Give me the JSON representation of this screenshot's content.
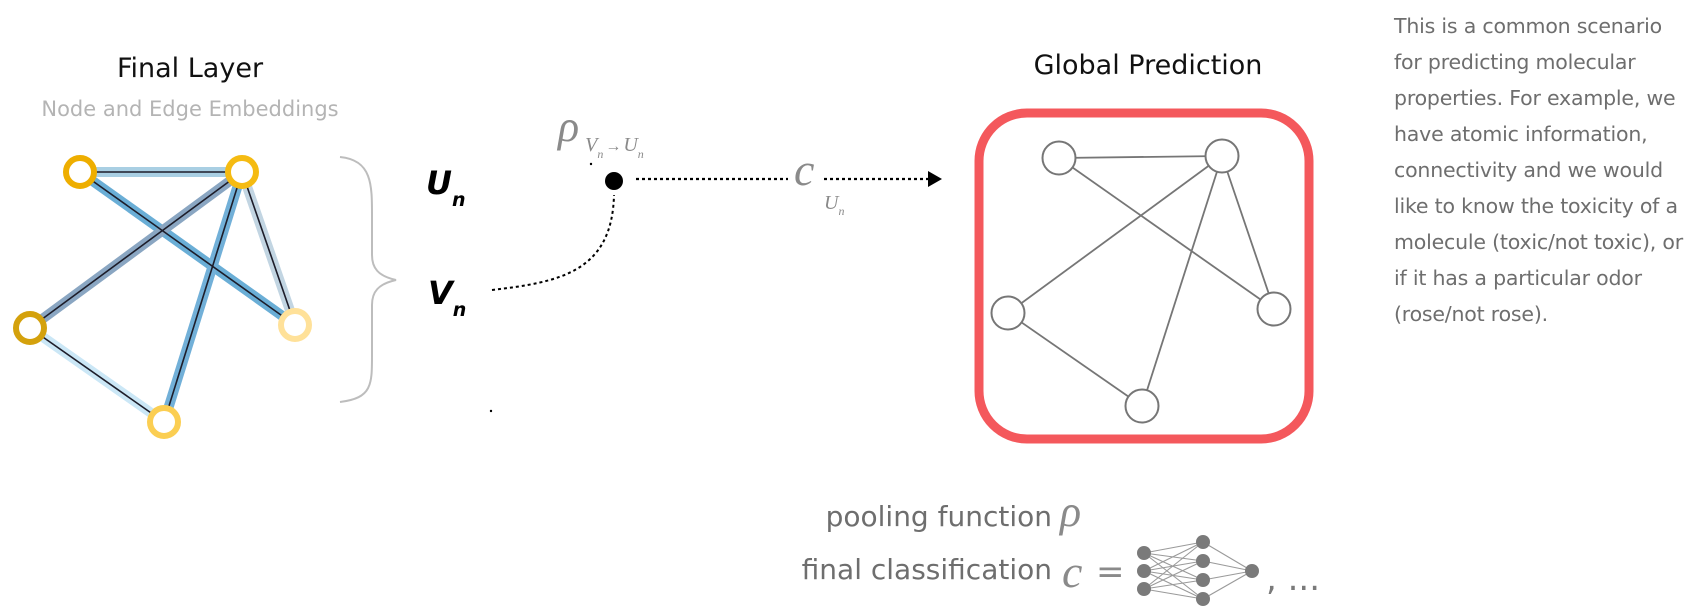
{
  "left_panel": {
    "title": "Final Layer",
    "subtitle": "Node and Edge Embeddings"
  },
  "labels": {
    "u_symbol": "U",
    "u_subscript": "n",
    "v_symbol": "V",
    "v_subscript": "n",
    "rho_symbol": "ρ",
    "rho_sub_from": "V",
    "rho_sub_from_sub": "n",
    "rho_arrow": "→",
    "rho_sub_to": "U",
    "rho_sub_to_sub": "n",
    "c_symbol": "c",
    "c_sub": "U",
    "c_sub_sub": "n"
  },
  "right_panel": {
    "title": "Global Prediction",
    "frame_color": "#f4585c"
  },
  "legend": {
    "pooling_label": "pooling function",
    "pooling_symbol": "ρ",
    "classification_label": "final classification",
    "classification_symbol": "c",
    "equals": "=",
    "ellipsis": ", ..."
  },
  "description": {
    "lines": [
      "This is a common scenario",
      "for predicting molecular",
      "properties. For example, we",
      "have atomic information,",
      "connectivity and we would",
      "like to know the toxicity of a",
      "molecule (toxic/not toxic), or",
      "if it has a particular odor",
      "(rose/not rose)."
    ]
  }
}
